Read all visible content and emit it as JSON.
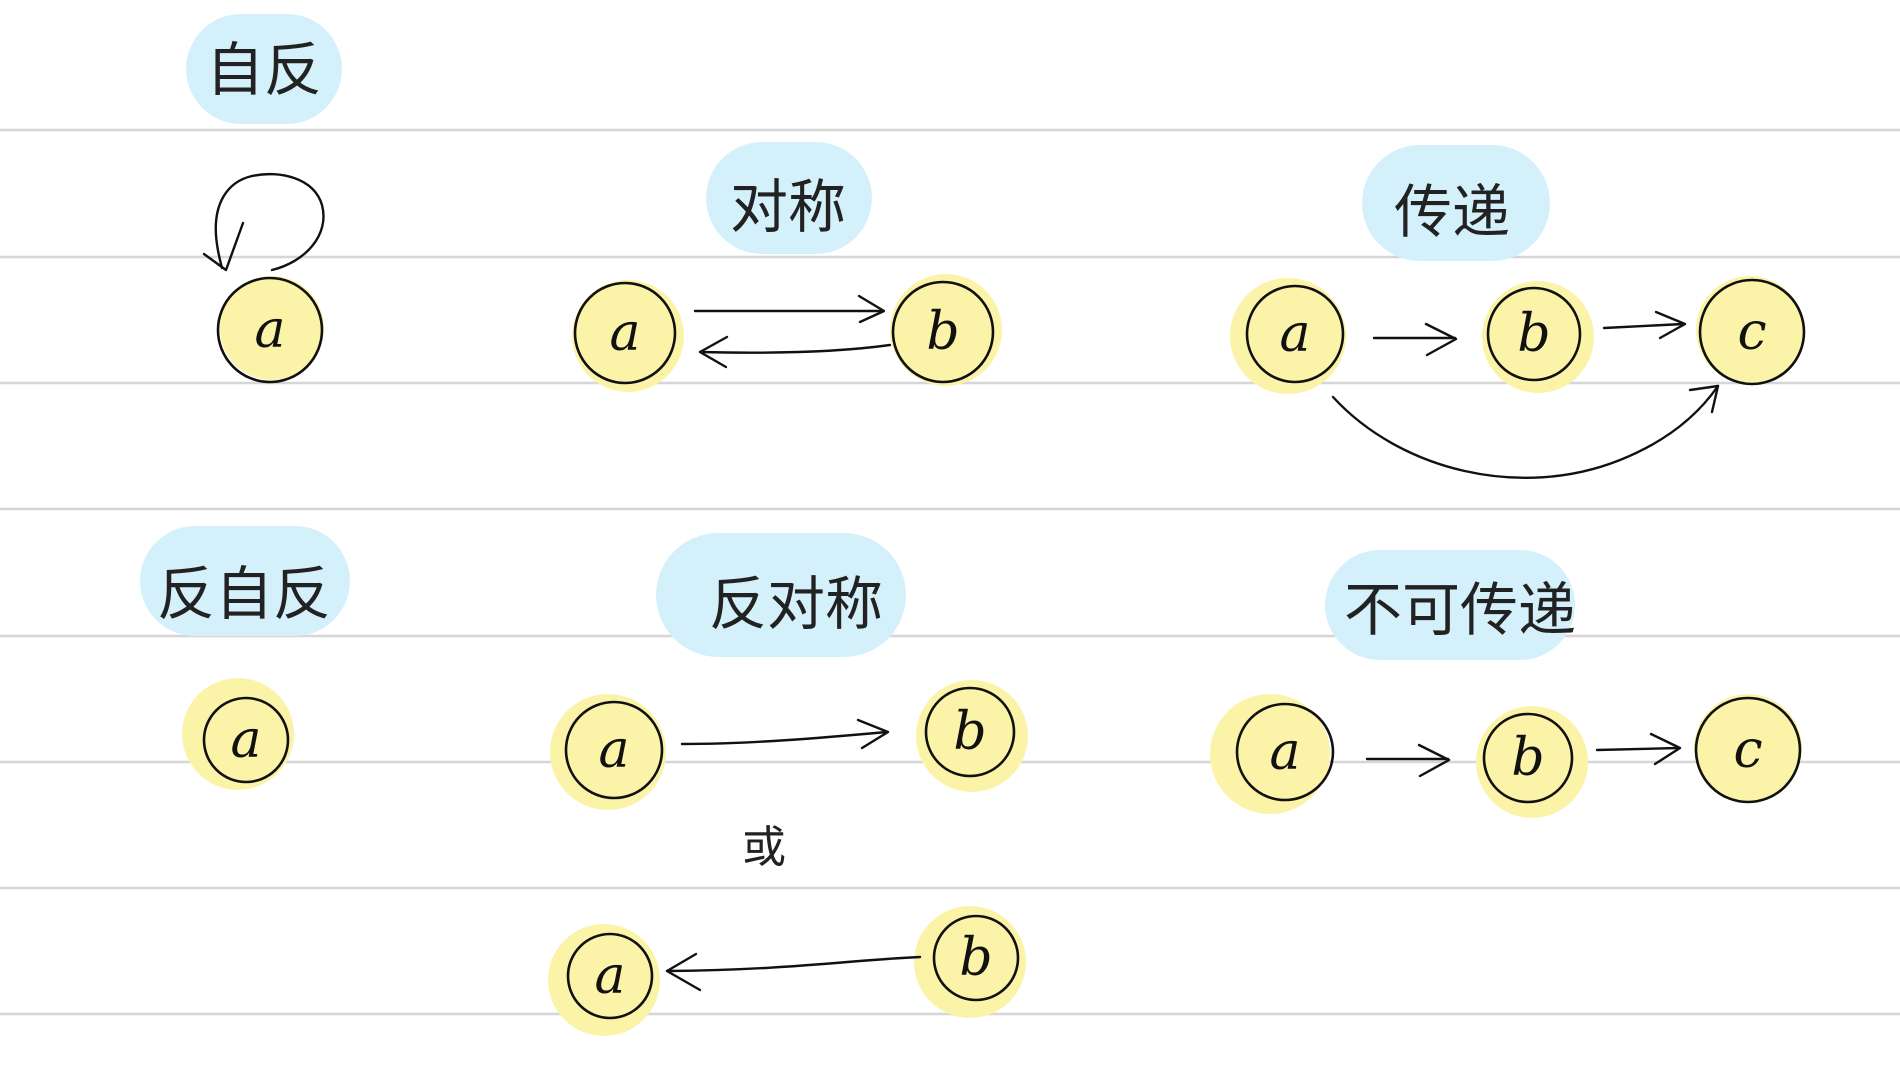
{
  "titles": {
    "reflexive": "自反",
    "symmetric": "对称",
    "transitive": "传递",
    "irreflexive": "反自反",
    "antisymmetric": "反对称",
    "intransitive": "不可传递"
  },
  "connector": "或",
  "nodes": {
    "a": "a",
    "b": "b",
    "c": "c"
  },
  "colors": {
    "title_highlight": "#d4f1fb",
    "node_highlight": "#fbf3a8",
    "ink": "#111111",
    "rule": "#d6d6d6"
  }
}
